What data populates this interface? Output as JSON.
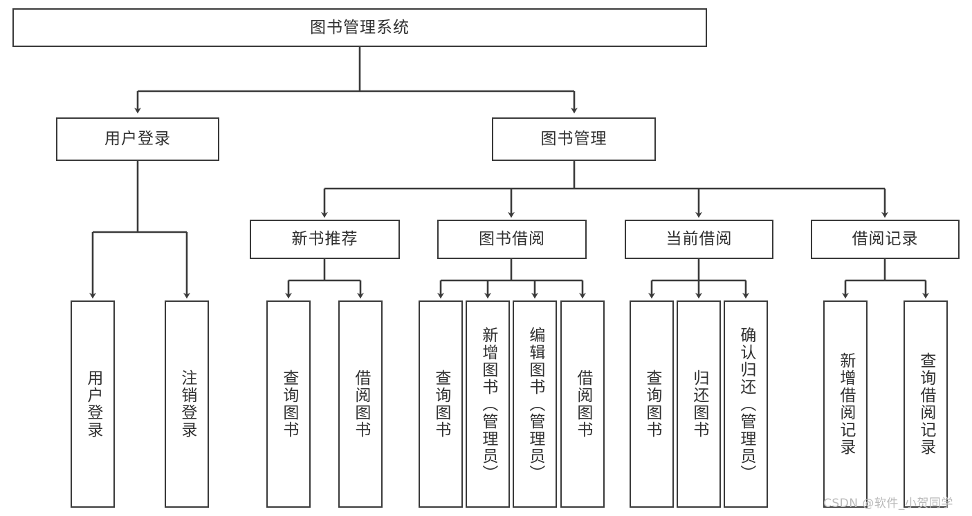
{
  "diagram": {
    "title": "图书管理系统",
    "type": "tree",
    "watermark": "CSDN @软件_小贺同学",
    "colors": {
      "box_border": "#3a3a3a",
      "box_fill": "#ffffff",
      "text": "#303030",
      "edge": "#3a3a3a",
      "watermark": "#b9b9b9"
    },
    "root": {
      "label": "图书管理系统"
    },
    "level2": [
      {
        "label": "用户登录"
      },
      {
        "label": "图书管理"
      }
    ],
    "level3": [
      {
        "label": "新书推荐"
      },
      {
        "label": "图书借阅"
      },
      {
        "label": "当前借阅"
      },
      {
        "label": "借阅记录"
      }
    ],
    "leaves": {
      "user_login": [
        {
          "label": "用户登录"
        },
        {
          "label": "注销登录"
        }
      ],
      "new_book": [
        {
          "label": "查询图书"
        },
        {
          "label": "借阅图书"
        }
      ],
      "borrow_book": [
        {
          "label": "查询图书"
        },
        {
          "label": "新增图书（管理员）"
        },
        {
          "label": "编辑图书（管理员）"
        },
        {
          "label": "借阅图书"
        }
      ],
      "current_borrow": [
        {
          "label": "查询图书"
        },
        {
          "label": "归还图书"
        },
        {
          "label": "确认归还（管理员）"
        }
      ],
      "borrow_record": [
        {
          "label": "新增借阅记录"
        },
        {
          "label": "查询借阅记录"
        }
      ]
    }
  }
}
